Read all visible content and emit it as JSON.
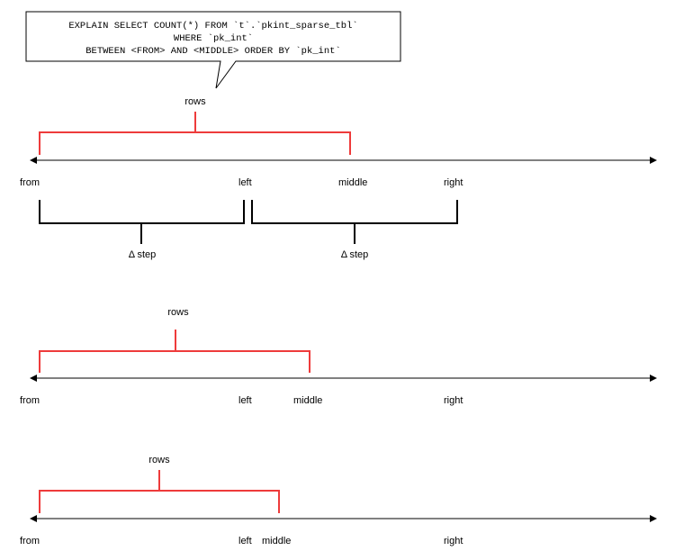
{
  "callout": {
    "lines": [
      "EXPLAIN SELECT COUNT(*) FROM `t`.`pkint_sparse_tbl`",
      "WHERE `pk_int`",
      "BETWEEN <FROM> AND <MIDDLE> ORDER BY `pk_int`"
    ]
  },
  "panel1": {
    "rows_label": "rows",
    "from_label": "from",
    "left_label": "left",
    "middle_label": "middle",
    "right_label": "right",
    "step_left_label": "Δ step",
    "step_right_label": "Δ step"
  },
  "panel2": {
    "rows_label": "rows",
    "from_label": "from",
    "left_label": "left",
    "middle_label": "middle",
    "right_label": "right"
  },
  "panel3": {
    "rows_label": "rows",
    "from_label": "from",
    "left_label": "left",
    "middle_label": "middle",
    "right_label": "right"
  }
}
